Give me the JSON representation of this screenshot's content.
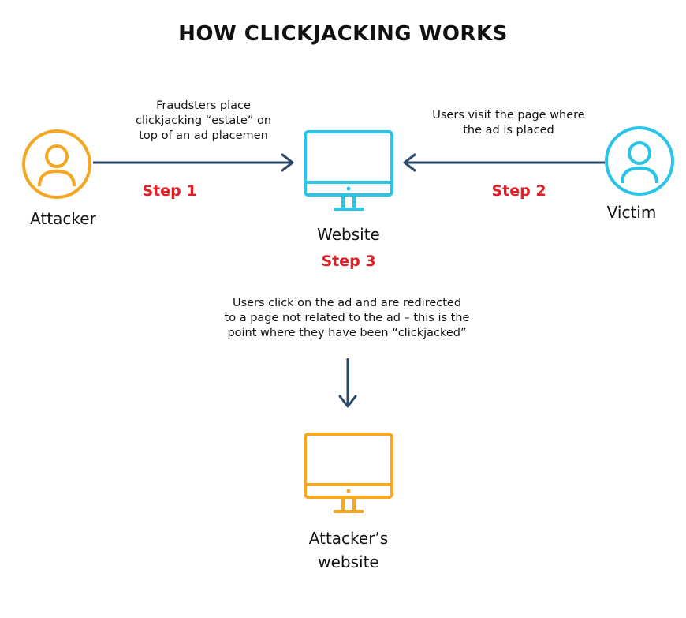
{
  "title": "HOW CLICKJACKING WORKS",
  "colors": {
    "attacker": "#f5a623",
    "victim": "#29c4e8",
    "website": "#29c4e8",
    "attacker_website": "#f5a623",
    "arrow": "#2b4a6b",
    "step": "#e31e24"
  },
  "nodes": {
    "attacker": {
      "label": "Attacker",
      "icon": "user-circle-icon"
    },
    "victim": {
      "label": "Victim",
      "icon": "user-circle-icon"
    },
    "website": {
      "label": "Website",
      "icon": "monitor-icon"
    },
    "attacker_website": {
      "label_line1": "Attacker’s",
      "label_line2": "website",
      "icon": "monitor-icon"
    }
  },
  "steps": {
    "step1": {
      "label": "Step 1",
      "caption_lines": [
        "Fraudsters place",
        "clickjacking “estate” on",
        "top of an ad placemen"
      ]
    },
    "step2": {
      "label": "Step 2",
      "caption_lines": [
        "Users visit the page where",
        "the ad is placed"
      ]
    },
    "step3": {
      "label": "Step 3",
      "caption_lines": [
        "Users click on the ad and are redirected",
        "to a page not related to the ad – this is the",
        "point where they have been “clickjacked”"
      ]
    }
  }
}
